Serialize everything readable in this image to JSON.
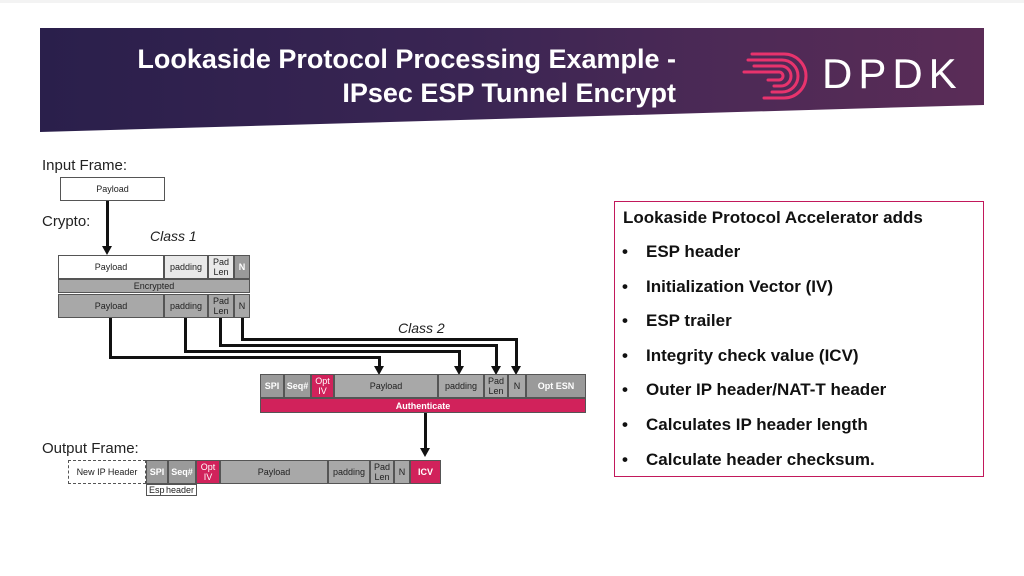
{
  "header": {
    "title_line1": "Lookaside Protocol Processing Example -",
    "title_line2": "IPsec ESP Tunnel Encrypt",
    "logo_text": "DPDK",
    "logo_icon": "dpdk-swirl-logo"
  },
  "labels": {
    "input_frame": "Input Frame:",
    "crypto": "Crypto:",
    "class1": "Class 1",
    "class2": "Class 2",
    "output_frame": "Output Frame:"
  },
  "input_frame": {
    "payload": "Payload"
  },
  "crypto_row1": {
    "payload": "Payload",
    "padding": "padding",
    "pad_len": "Pad Len",
    "n": "N"
  },
  "crypto_encrypted": "Encrypted",
  "crypto_row3": {
    "payload": "Payload",
    "padding": "padding",
    "pad_len": "Pad Len",
    "n": "N"
  },
  "class2_row": {
    "spi": "SPI",
    "seq": "Seq#",
    "opt_iv": "Opt IV",
    "payload": "Payload",
    "padding": "padding",
    "pad_len": "Pad Len",
    "n": "N",
    "opt_esn": "Opt ESN"
  },
  "authenticate": "Authenticate",
  "output_row": {
    "new_ip": "New IP Header",
    "spi": "SPI",
    "seq": "Seq#",
    "opt_iv": "Opt IV",
    "payload": "Payload",
    "padding": "padding",
    "pad_len": "Pad Len",
    "n": "N",
    "icv": "ICV"
  },
  "esp_header": {
    "esp": "Esp",
    "header": "header"
  },
  "side_box": {
    "heading": "Lookaside Protocol Accelerator adds",
    "bullet": "•",
    "items": [
      "ESP header",
      "Initialization Vector (IV)",
      "ESP trailer",
      "Integrity check value (ICV)",
      "Outer IP header/NAT-T header",
      "Calculates IP header length",
      "Calculate header checksum."
    ]
  },
  "colors": {
    "banner": "#3a2553",
    "accent": "#d1225b",
    "gray": "#9a9a9a"
  }
}
